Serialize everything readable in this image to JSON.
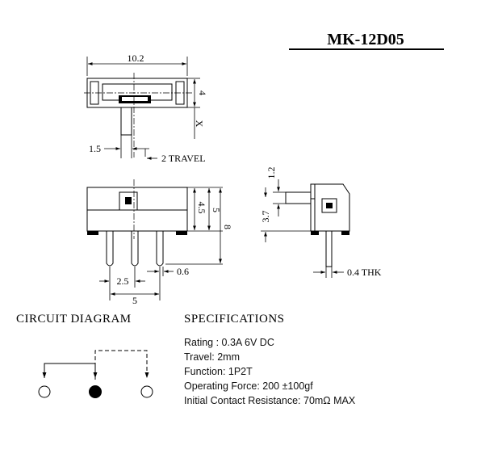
{
  "title": "MK-12D05",
  "dimensions": {
    "top_width": "10.2",
    "top_height": "4",
    "x_marker": "X",
    "pin_width": "1.5",
    "travel": "2  TRAVEL",
    "front_body_height": "4.5",
    "front_total_height": "5",
    "front_overall_height": "8",
    "pin_pitch": "2.5",
    "pin_thickness": "0.6",
    "pin_span": "5",
    "side_actuator": "1.2",
    "side_height": "3.7",
    "side_pin_thickness": "0.4  THK"
  },
  "circuit_diagram": {
    "heading": "CIRCUIT DIAGRAM"
  },
  "specifications": {
    "heading": "SPECIFICATIONS",
    "lines": [
      "Rating : 0.3A 6V DC",
      "Travel: 2mm",
      "Function: 1P2T",
      "Operating Force: 200 ±100gf",
      "Initial Contact Resistance: 70mΩ MAX"
    ]
  }
}
